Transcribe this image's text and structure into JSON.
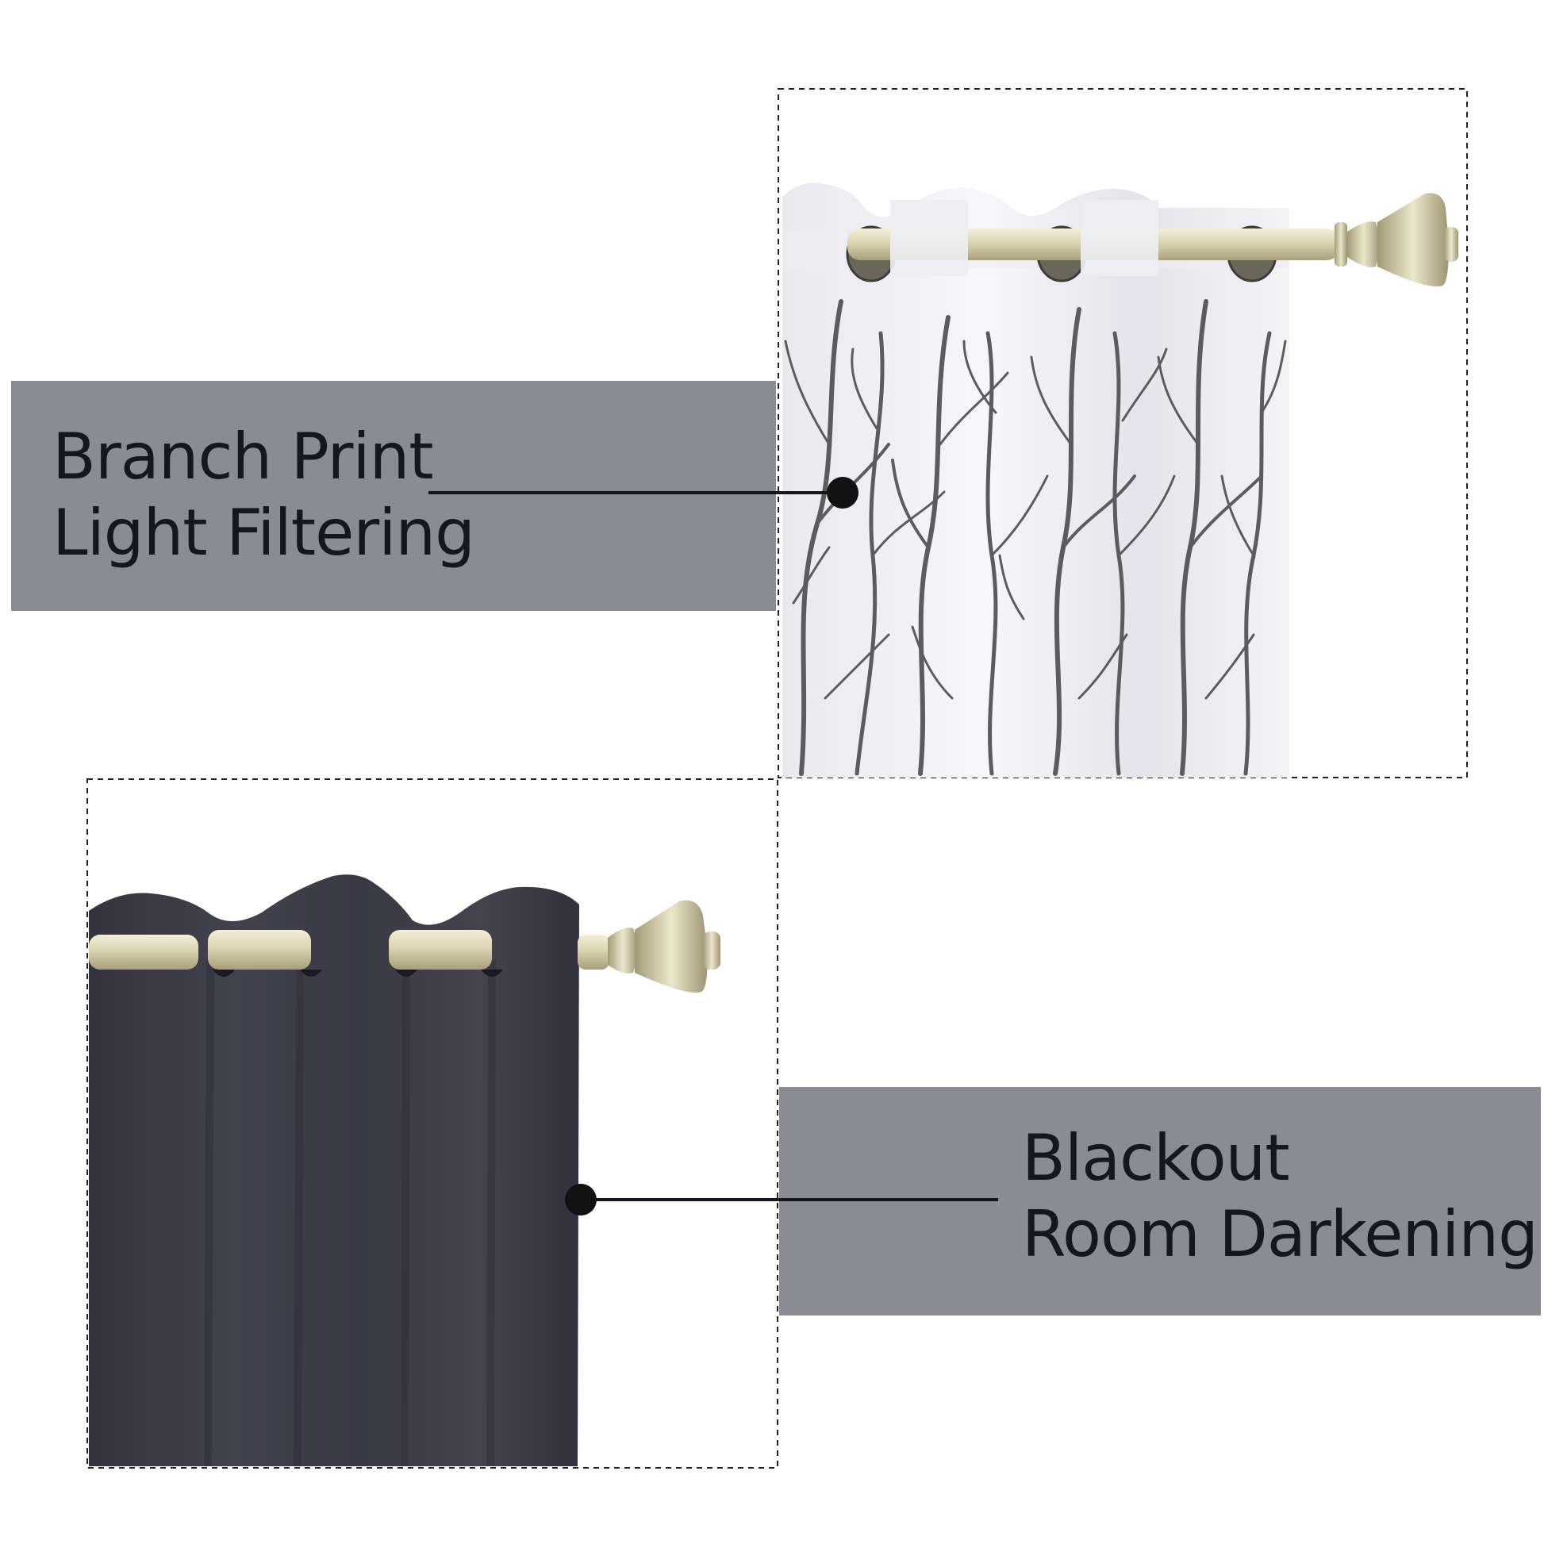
{
  "panels": {
    "top": {
      "label_line1": "Branch Print",
      "label_line2": "Light Filtering",
      "curtain_type": "sheer branch print",
      "curtain_color": "#f2f2f4",
      "pattern_color": "#5a5a5e"
    },
    "bottom": {
      "label_line1": "Blackout",
      "label_line2": "Room Darkening",
      "curtain_type": "solid blackout",
      "curtain_color": "#3c3b48"
    }
  },
  "colors": {
    "band": "#8a8b93",
    "text": "#16161e",
    "rod": "#d9d2b4",
    "leader": "#16161e"
  }
}
